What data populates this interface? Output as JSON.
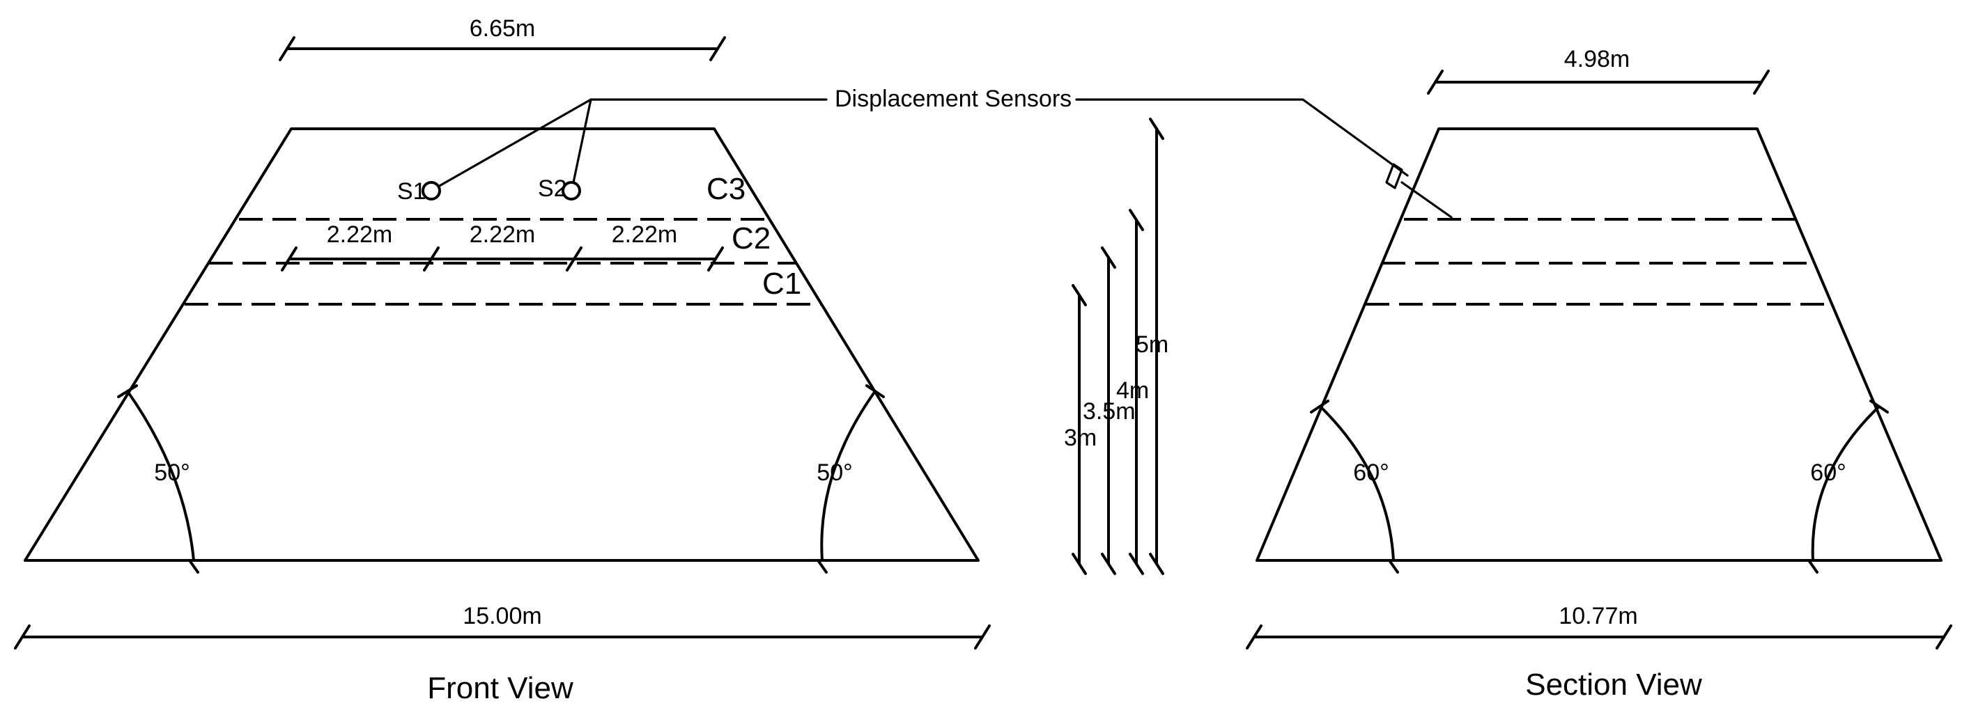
{
  "front_view": {
    "title": "Front View",
    "top_width": "6.65m",
    "bottom_width": "15.00m",
    "left_angle": "50°",
    "right_angle": "50°",
    "segment_widths": [
      "2.22m",
      "2.22m",
      "2.22m"
    ],
    "layers": [
      "C1",
      "C2",
      "C3"
    ],
    "sensors": [
      "S1",
      "S2"
    ]
  },
  "section_view": {
    "title": "Section View",
    "top_width": "4.98m",
    "bottom_width": "10.77m",
    "left_angle": "60°",
    "right_angle": "60°"
  },
  "heights": [
    "3m",
    "3.5m",
    "4m",
    "5m"
  ],
  "sensor_label": "Displacement Sensors"
}
